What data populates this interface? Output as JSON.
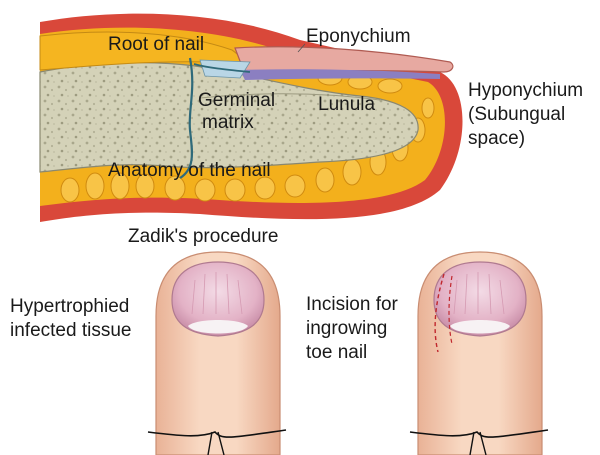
{
  "labels": {
    "root_of_nail": "Root of nail",
    "eponychium": "Eponychium",
    "hyponychium_line1": "Hyponychium",
    "hyponychium_line2": "(Subungual",
    "hyponychium_line3": "space)",
    "germinal_line1": "Germinal",
    "germinal_line2": "matrix",
    "lunula": "Lunula",
    "anatomy": "Anatomy of the nail",
    "zadik": "Zadik's procedure",
    "hypertrophied_line1": "Hypertrophied",
    "hypertrophied_line2": "infected tissue",
    "incision_line1": "Incision for",
    "incision_line2": "ingrowing",
    "incision_line3": "toe nail"
  },
  "colors": {
    "skin_red": "#d9483a",
    "fat_yellow": "#f3b01c",
    "bone_grey": "#cfcdb2",
    "nail_plate": "#e7a9a1",
    "toe_skin": "#f4cdb5",
    "nail_pink": "#e2b5c8",
    "matrix_blue": "#2f6a7a"
  }
}
